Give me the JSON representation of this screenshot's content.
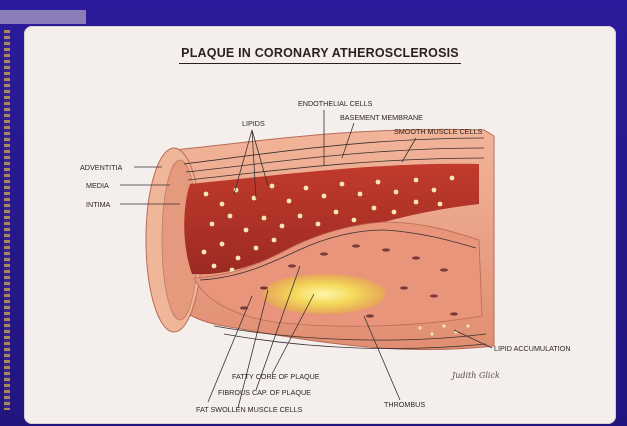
{
  "title": "PLAQUE IN CORONARY ATHEROSCLEROSIS",
  "labels": {
    "endothelial_cells": "ENDOTHELIAL CELLS",
    "basement_membrane": "BASEMENT MEMBRANE",
    "smooth_muscle_cells": "SMOOTH MUSCLE CELLS",
    "lipids": "LIPIDS",
    "adventitia": "ADVENTITIA",
    "media": "MEDIA",
    "intima": "INTIMA",
    "lipid_accumulation": "LIPID ACCUMULATION",
    "fatty_core": "FATTY CORE OF PLAQUE",
    "fibrous_cap": "FIBROUS CAP. OF PLAQUE",
    "fat_swollen": "FAT SWOLLEN MUSCLE CELLS",
    "thrombus": "THROMBUS"
  },
  "signature": "Judith Glick",
  "colors": {
    "frame": "#2b1b9a",
    "slide": "#f4efec",
    "lumen": "#b8322a",
    "wall": "#e79a7c",
    "plaque_core": "#f4e56a"
  }
}
